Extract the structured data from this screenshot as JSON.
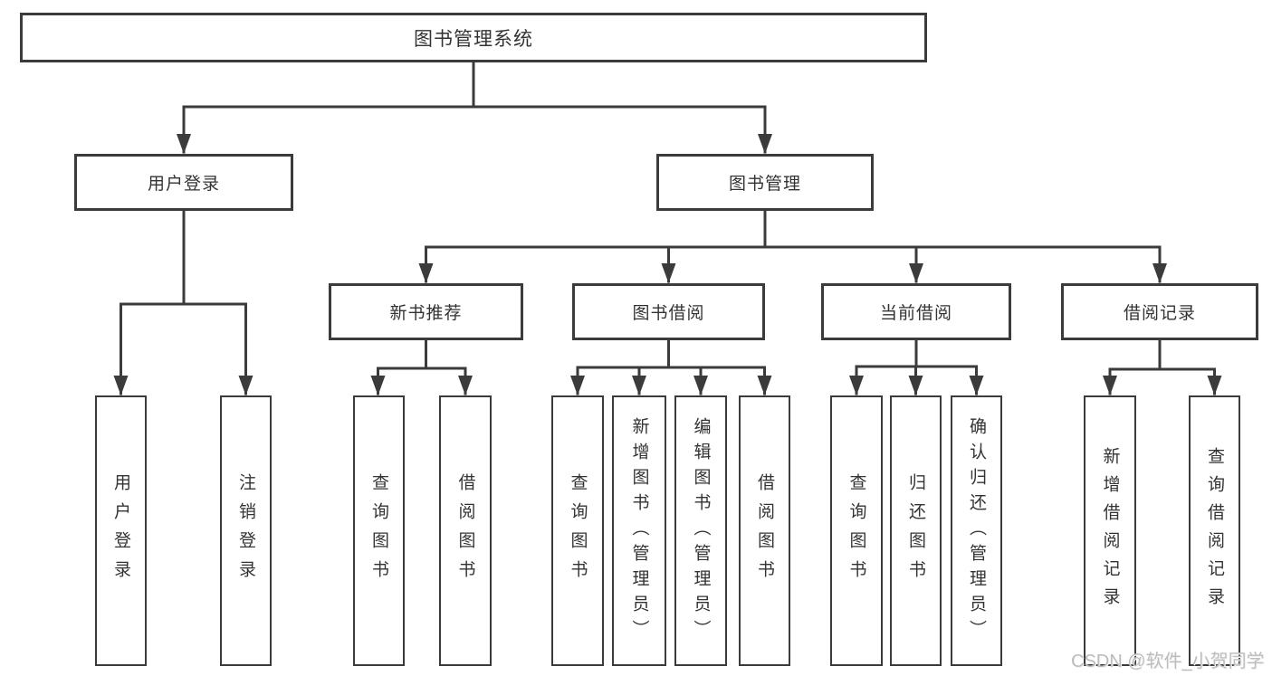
{
  "tree": {
    "label": "图书管理系统",
    "children": [
      {
        "label": "用户登录",
        "children": [
          {
            "label": "用户登录"
          },
          {
            "label": "注销登录"
          }
        ]
      },
      {
        "label": "图书管理",
        "children": [
          {
            "label": "新书推荐",
            "children": [
              {
                "label": "查询图书"
              },
              {
                "label": "借阅图书"
              }
            ]
          },
          {
            "label": "图书借阅",
            "children": [
              {
                "label": "查询图书"
              },
              {
                "label": "新增图书（管理员）"
              },
              {
                "label": "编辑图书（管理员）"
              },
              {
                "label": "借阅图书"
              }
            ]
          },
          {
            "label": "当前借阅",
            "children": [
              {
                "label": "查询图书"
              },
              {
                "label": "归还图书"
              },
              {
                "label": "确认归还（管理员）"
              }
            ]
          },
          {
            "label": "借阅记录",
            "children": [
              {
                "label": "新增借阅记录"
              },
              {
                "label": "查询借阅记录"
              }
            ]
          }
        ]
      }
    ]
  },
  "watermark": {
    "text": "CSDN @软件_小贺同学"
  },
  "colors": {
    "line": "#3b3b3b",
    "text": "#333333",
    "background": "#ffffff",
    "watermark": "#bdbdbd"
  }
}
